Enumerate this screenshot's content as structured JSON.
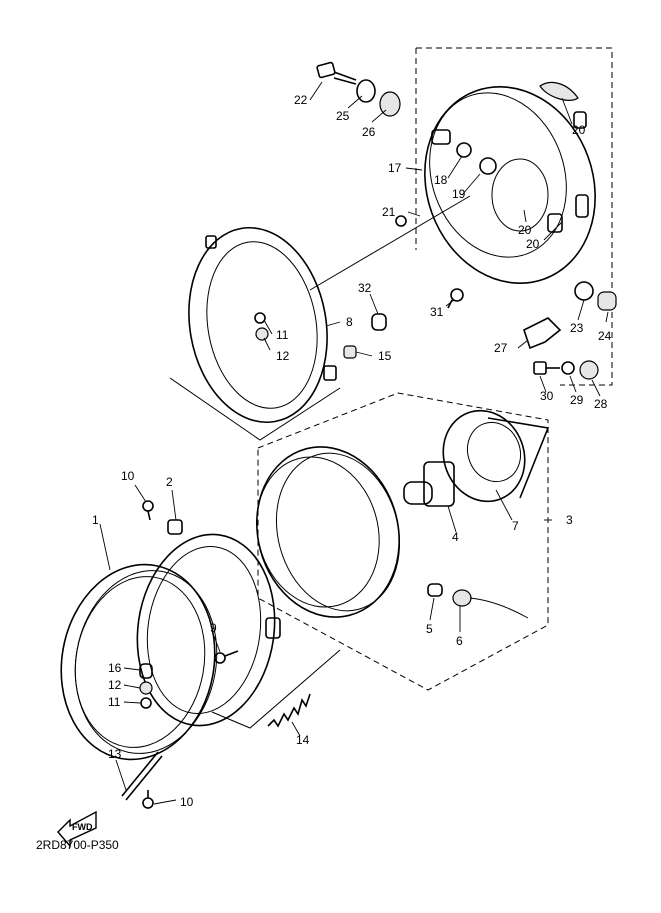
{
  "diagram": {
    "fwd_label": "FWD",
    "drawing_code": "2RD8700-P350",
    "callouts": [
      "1",
      "2",
      "3",
      "4",
      "5",
      "6",
      "7",
      "8",
      "9",
      "10",
      "11",
      "12",
      "13",
      "14",
      "15",
      "16",
      "17",
      "18",
      "19",
      "20",
      "21",
      "22",
      "23",
      "24",
      "25",
      "26",
      "27",
      "28",
      "29",
      "30",
      "31",
      "32"
    ]
  }
}
